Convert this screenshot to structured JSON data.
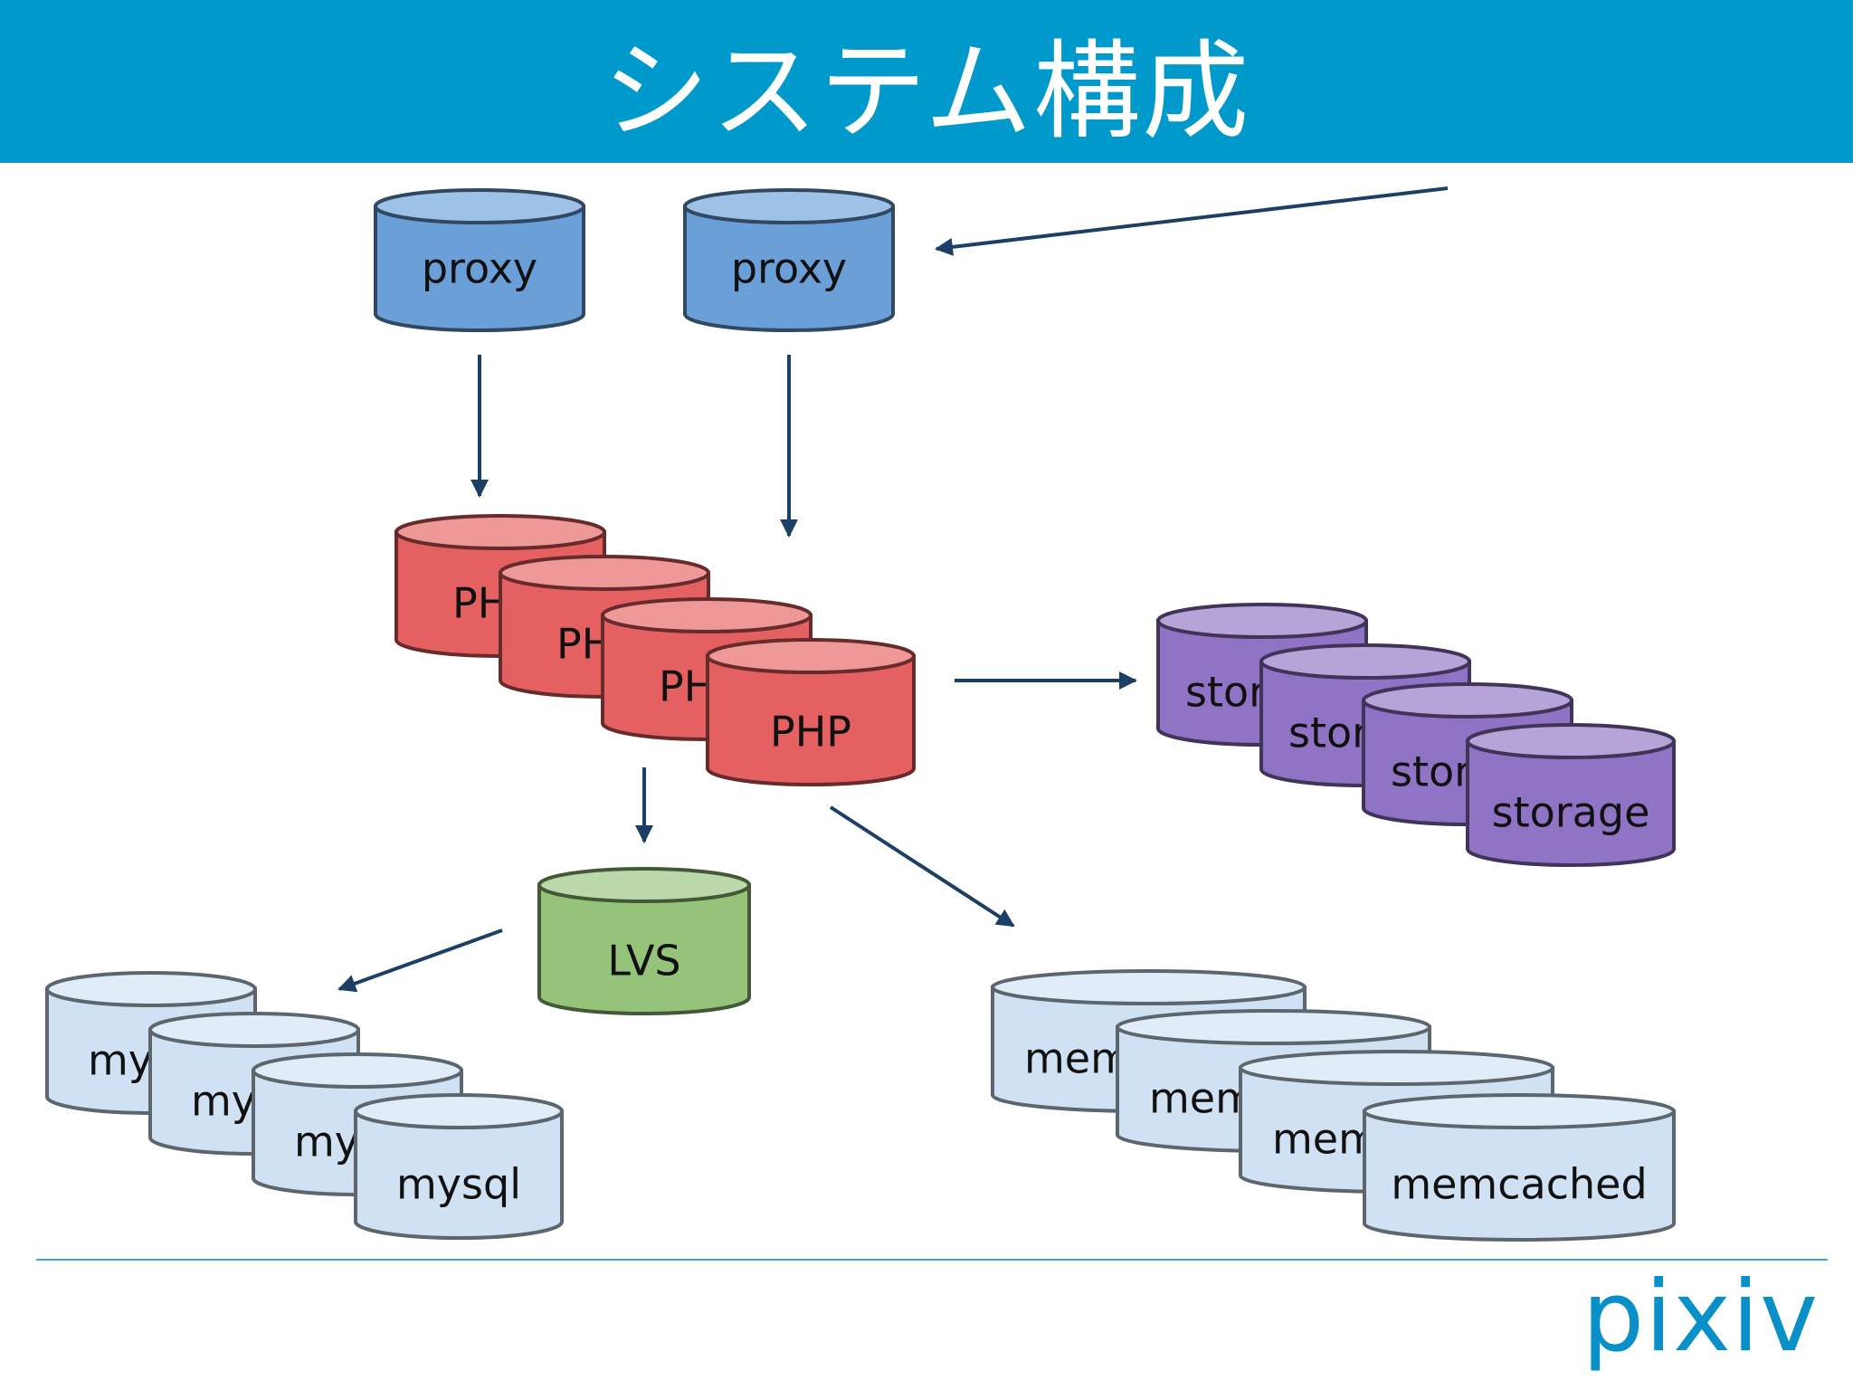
{
  "header": {
    "title": "システム構成"
  },
  "footer": {
    "logo_text": "pixiv"
  },
  "colors": {
    "header_bg": "#0099cc",
    "proxy": "#6a9fd8",
    "php": "#e56060",
    "storage": "#8f73c5",
    "lvs": "#95c37a",
    "db": "#cfe1f2",
    "arrow": "#1c3f66"
  },
  "nodes": {
    "proxy_1": "proxy",
    "proxy_2": "proxy",
    "php_1": "PH",
    "php_2": "PH",
    "php_3": "PH",
    "php_4": "PHP",
    "storage_1": "stor",
    "storage_2": "stor",
    "storage_3": "stor",
    "storage_4": "storage",
    "lvs": "LVS",
    "mysql_1": "my",
    "mysql_2": "my",
    "mysql_3": "my",
    "mysql_4": "mysql",
    "memcached_1": "mem",
    "memcached_2": "mem",
    "memcached_3": "mem",
    "memcached_4": "memcached"
  }
}
